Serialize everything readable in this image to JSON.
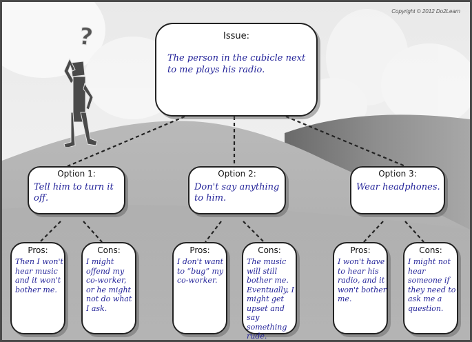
{
  "copyright": "Copyright © 2012 Do2Learn",
  "figure": {
    "icon": "confused-person-icon",
    "symbol": "?"
  },
  "issue": {
    "label": "Issue:",
    "text": "The person in the cubicle next to me plays his radio."
  },
  "options": [
    {
      "label": "Option 1:",
      "text": "Tell him to turn it off.",
      "pros": {
        "label": "Pros:",
        "text": "Then I won't hear music and it won't bother me."
      },
      "cons": {
        "label": "Cons:",
        "text": "I might offend my co-worker, or he might not do what I ask."
      }
    },
    {
      "label": "Option 2:",
      "text": "Don't say anything to him.",
      "pros": {
        "label": "Pros:",
        "text": "I don't want to “bug” my co-worker."
      },
      "cons": {
        "label": "Cons:",
        "text": "The music will still bother me. Eventually, I might get upset and say something rude."
      }
    },
    {
      "label": "Option 3:",
      "text": "Wear headphones.",
      "pros": {
        "label": "Pros:",
        "text": "I won't have to hear his radio, and it won't bother me."
      },
      "cons": {
        "label": "Cons:",
        "text": "I might not hear someone if they need to ask me a question."
      }
    }
  ],
  "colors": {
    "handwriting": "#25259a",
    "frame": "#4a4a4a",
    "figure": "#4a4a4a"
  }
}
